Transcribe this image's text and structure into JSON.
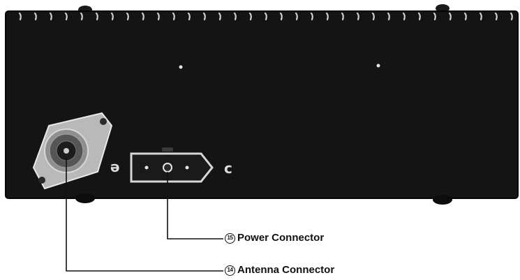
{
  "callouts": {
    "power": {
      "number": "15",
      "label": "Power Connector"
    },
    "antenna": {
      "number": "14",
      "label": "Antenna Connector"
    }
  },
  "colors": {
    "chassis": "#141414",
    "chassis_edge": "#050505",
    "fin_highlight": "#cfcfcf",
    "metal_plate": "#b9b9b9",
    "line": "#111111",
    "background": "#ffffff"
  }
}
